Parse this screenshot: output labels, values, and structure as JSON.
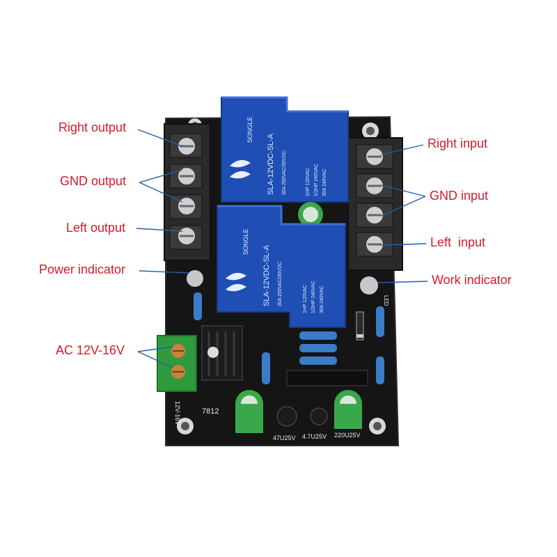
{
  "callouts": {
    "right_output": "Right output",
    "gnd_output": "GND output",
    "left_output": "Left output",
    "power_indicator": "Power indicator",
    "ac_input": "AC 12V-16V",
    "right_input": "Right input",
    "gnd_input": "GND input",
    "left_input": "Left  input",
    "work_indicator": "Work indicator"
  },
  "relay": {
    "brand": "SONGLE",
    "model_top": "SLA-12VDC-SL-A",
    "model_bottom": "SLA-12VDC-SL-A",
    "rating_1": "30A 250VAC/30VDC",
    "rating_2": "1HP 120VAC",
    "rating_3": "1/2HP 240VAC",
    "rating_4": "30A 240VAC"
  },
  "silkscreen": {
    "regulator": "7812",
    "cap_1": "47U25V",
    "cap_2": "4.7U25V",
    "cap_3": "220U25V",
    "side_text": "12V-16V",
    "led_text": "LED"
  },
  "colors": {
    "callout_text": "#d7192a",
    "leader_line": "#1f5fa8",
    "pcb": "#1a1a1a",
    "relay": "#1f4fb4",
    "terminal": "#2b2b2b",
    "green_terminal": "#2f9a3c"
  }
}
